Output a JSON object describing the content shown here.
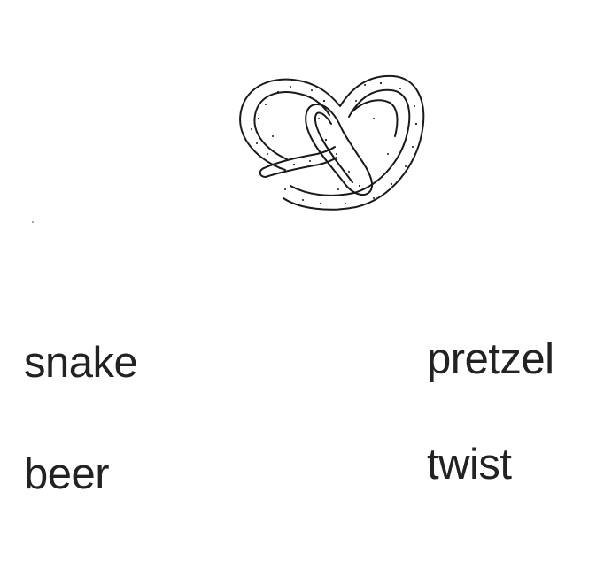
{
  "illustration": {
    "icon": "pretzel-icon",
    "stroke_color": "#1a1a1a"
  },
  "words": {
    "snake": "snake",
    "pretzel": "pretzel",
    "beer": "beer",
    "twist": "twist"
  }
}
